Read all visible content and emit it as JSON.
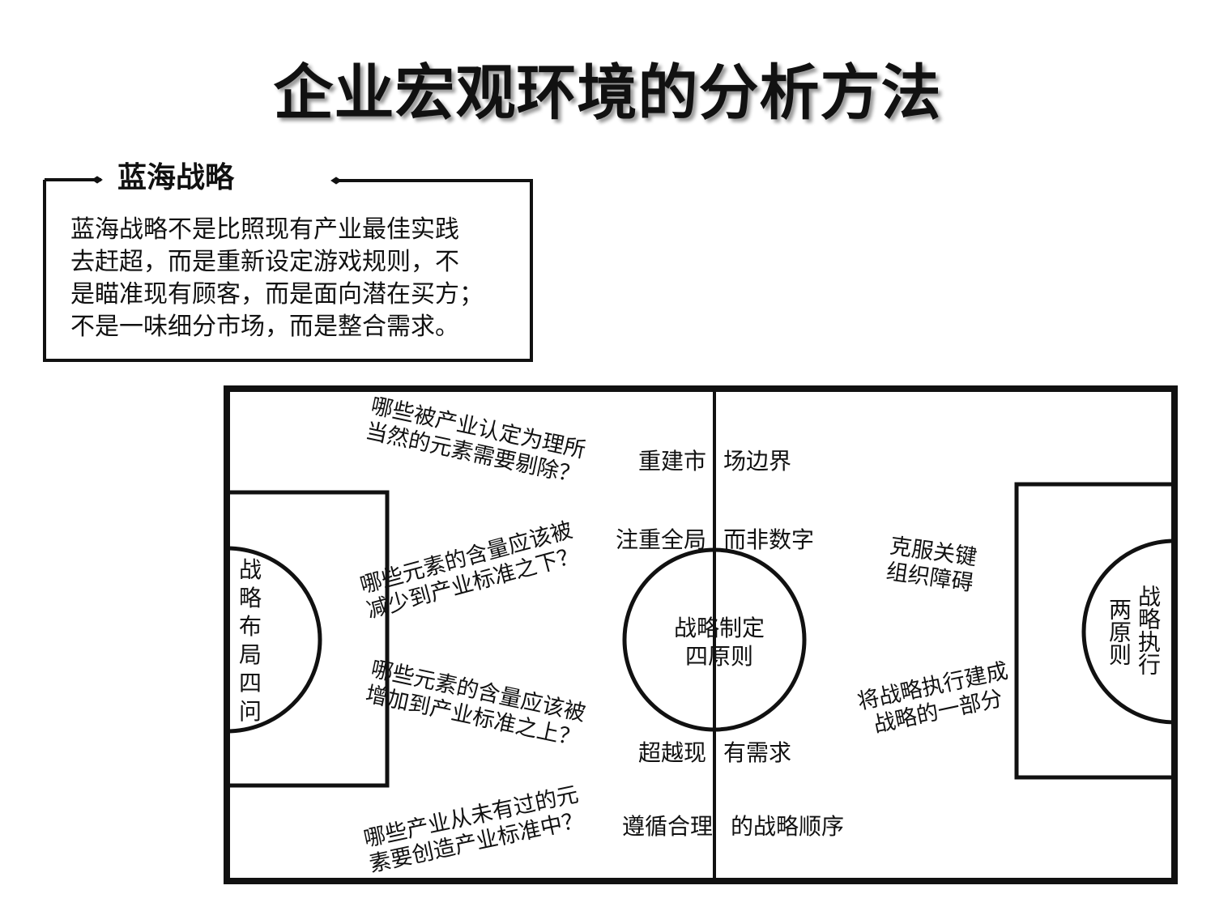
{
  "title": "企业宏观环境的分析方法",
  "section": {
    "heading": "蓝海战略",
    "body": "蓝海战略不是比照现有产业最佳实践\n去赶超，而是重新设定游戏规则，不\n是瞄准现有顾客，而是面向潜在买方；\n不是一味细分市场，而是整合需求。"
  },
  "field": {
    "left_goal_label": "战略布局四问",
    "right_goal_label_col1": "战略执行",
    "right_goal_label_col2": "两原则",
    "center_circle_label": "战略制定\n四原则",
    "questions": [
      "哪些被产业认定为理所\n当然的元素需要剔除？",
      "哪些元素的含量应该被\n减少到产业标准之下？",
      "哪些元素的含量应该被\n增加到产业标准之上？",
      "哪些产业从未有过的元\n素要创造产业标准中？"
    ],
    "principles": [
      {
        "left": "重建市",
        "right": "场边界"
      },
      {
        "left": "注重全局",
        "right": "而非数字"
      },
      {
        "left": "超越现",
        "right": "有需求"
      },
      {
        "left": "遵循合理",
        "right": "的战略顺序"
      }
    ],
    "execution": [
      "克服关键\n组织障碍",
      "将战略执行建成\n战略的一部分"
    ]
  }
}
